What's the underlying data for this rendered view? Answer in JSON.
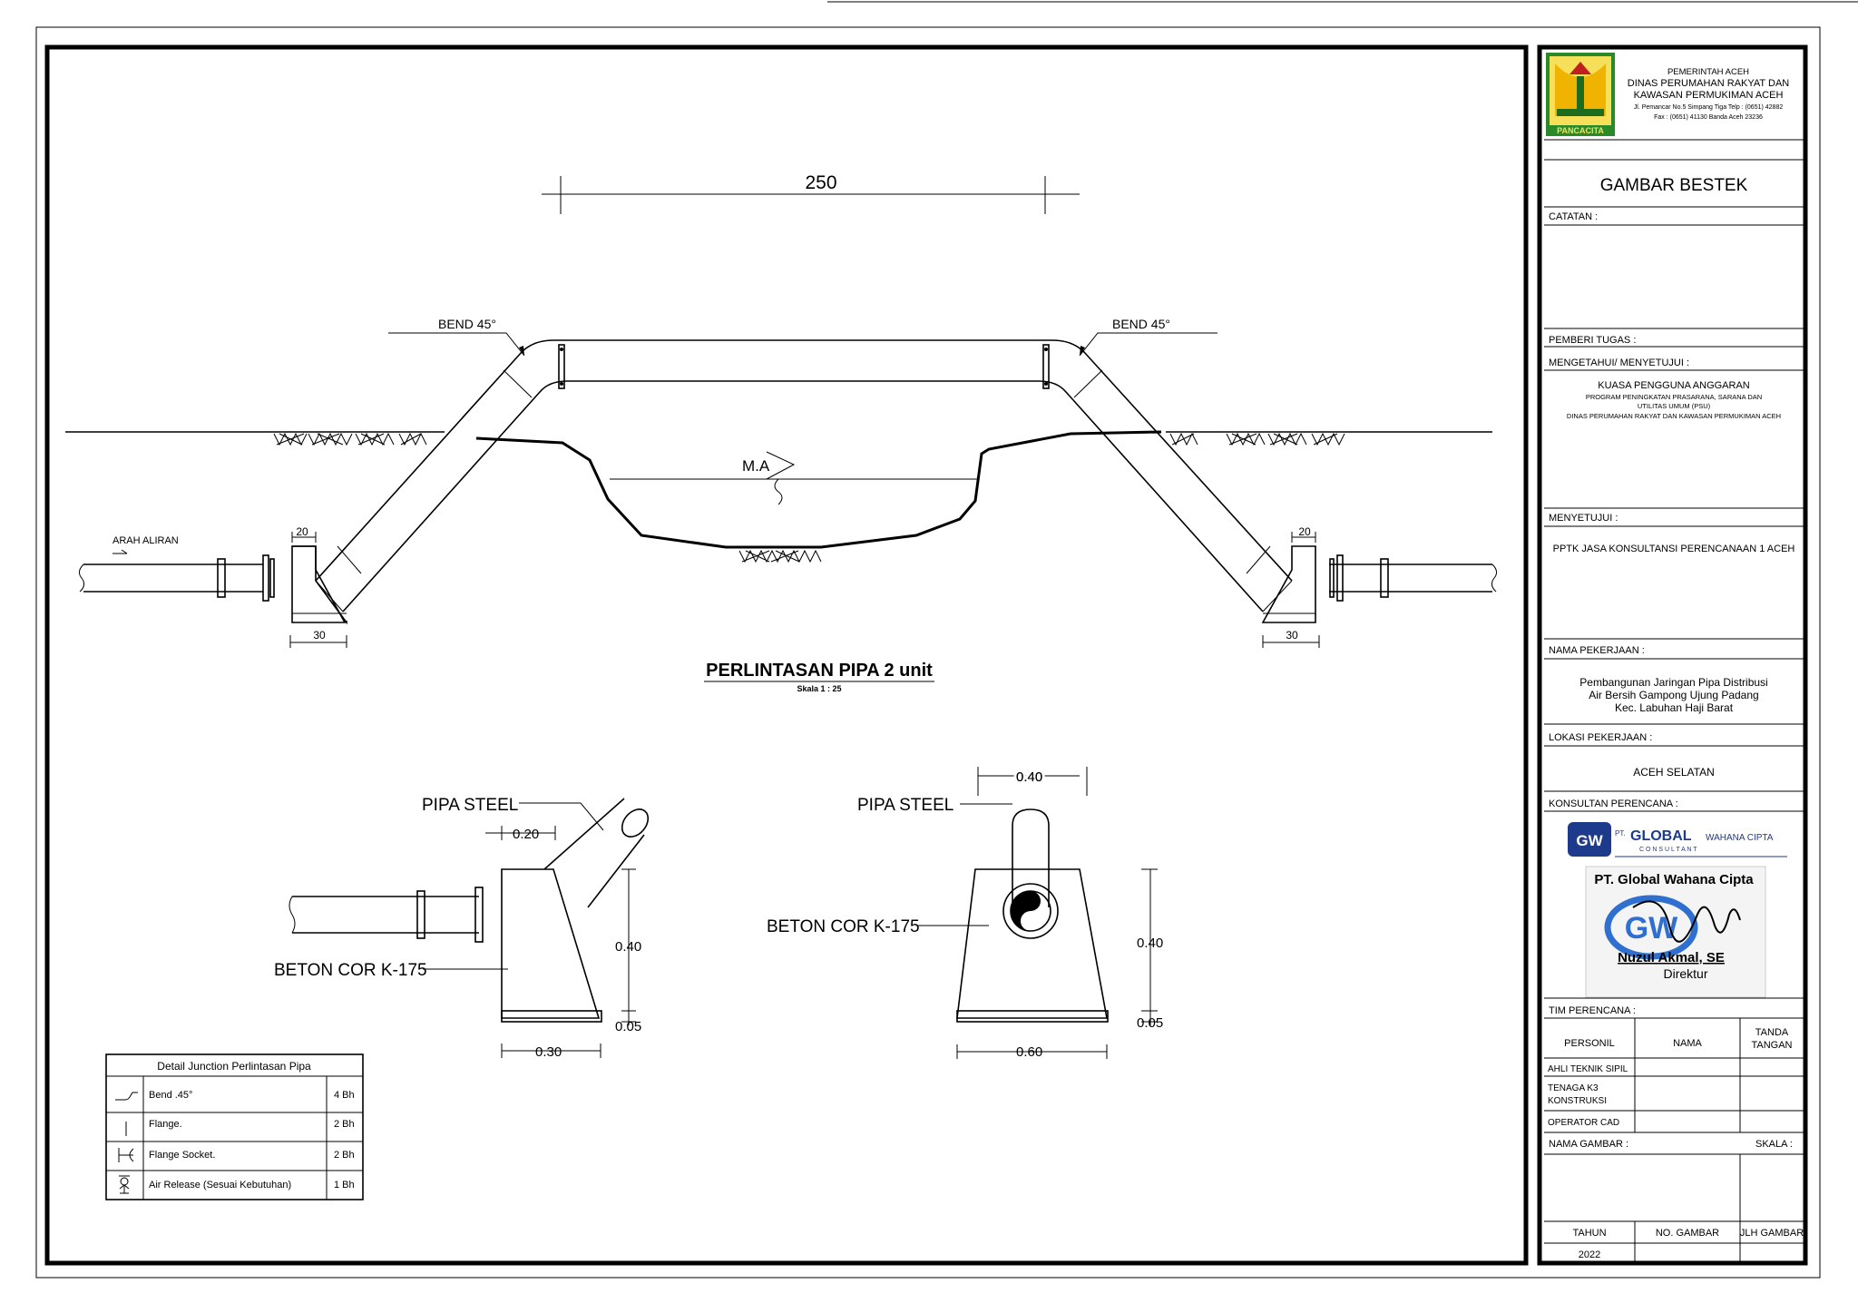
{
  "drawing": {
    "top_dimension": "250",
    "bend_left": "BEND  45°",
    "bend_right": "BEND 45°",
    "water_level": "M.A",
    "flow_direction": "ARAH ALIRAN",
    "dim_20_left": "20",
    "dim_20_right": "20",
    "dim_30_left": "30",
    "dim_30_right": "30",
    "title": "PERLINTASAN PIPA 2 unit",
    "scale": "Skala 1 : 25"
  },
  "detail_left": {
    "pipe_label": "PIPA STEEL",
    "concrete_label": "BETON COR K-175",
    "dim_top": "0.20",
    "dim_height": "0.40",
    "dim_base": "0.05",
    "dim_width": "0.30"
  },
  "detail_right": {
    "pipe_label": "PIPA STEEL",
    "concrete_label": "BETON COR K-175",
    "dim_top": "0.40",
    "dim_height": "0.40",
    "dim_base": "0.05",
    "dim_width": "0.60"
  },
  "legend": {
    "title": "Detail Junction Perlintasan Pipa",
    "rows": [
      {
        "icon": "bend-45-icon",
        "item": "Bend .45°",
        "qty": "4 Bh"
      },
      {
        "icon": "flange-icon",
        "item": "Flange.",
        "qty": "2 Bh"
      },
      {
        "icon": "flange-socket-icon",
        "item": "Flange Socket.",
        "qty": "2 Bh"
      },
      {
        "icon": "air-release-icon",
        "item": "Air Release (Sesuai Kebutuhan)",
        "qty": "1 Bh"
      }
    ]
  },
  "title_block": {
    "logo_text": "PANCACITA",
    "org_line1": "PEMERINTAH ACEH",
    "org_line2": "DINAS PERUMAHAN RAKYAT DAN",
    "org_line3": "KAWASAN PERMUKIMAN ACEH",
    "org_address1": "Jl. Pemancar No.5 Simpang Tiga Telp : (0651) 42882",
    "org_address2": "Fax : (0651) 41130 Banda Aceh 23236",
    "drawing_type": "GAMBAR BESTEK",
    "notes_label": "CATATAN :",
    "assigner_label": "PEMBERI TUGAS :",
    "acknowledge_label": "MENGETAHUI/ MENYETUJUI :",
    "kpa_title": "KUASA PENGGUNA ANGGARAN",
    "kpa_line1": "PROGRAM PENINGKATAN PRASARANA, SARANA DAN",
    "kpa_line2": "UTILITAS UMUM (PSU)",
    "kpa_line3": "DINAS PERUMAHAN RAKYAT DAN KAWASAN PERMUKIMAN ACEH",
    "approve_label": "MENYETUJUI :",
    "pptk": "PPTK JASA KONSULTANSI PERENCANAAN 1 ACEH",
    "job_label": "NAMA PEKERJAAN :",
    "job_line1": "Pembangunan Jaringan Pipa Distribusi",
    "job_line2": "Air Bersih Gampong Ujung Padang",
    "job_line3": "Kec. Labuhan Haji Barat",
    "location_label": "LOKASI PEKERJAAN :",
    "location": "ACEH SELATAN",
    "consultant_label": "KONSULTAN PERENCANA :",
    "consultant_logo_pt": "PT.",
    "consultant_logo_name": "GLOBAL",
    "consultant_logo_suffix": "WAHANA CIPTA",
    "consultant_logo_sub": "C O N S U L T A N T",
    "stamp_company": "PT. Global Wahana Cipta",
    "director_name": "Nuzul Akmal, SE",
    "director_title": "Direktur",
    "team_label": "TIM PERENCANA :",
    "col_personnel": "PERSONIL",
    "col_name": "NAMA",
    "col_sign1": "TANDA",
    "col_sign2": "TANGAN",
    "role1": "AHLI TEKNIK SIPIL",
    "role2a": "TENAGA K3",
    "role2b": "KONSTRUKSI",
    "role3": "OPERATOR CAD",
    "drawing_name_label": "NAMA GAMBAR :",
    "scale_label": "SKALA :",
    "year_label": "TAHUN",
    "number_label": "NO. GAMBAR",
    "count_label": "JLH GAMBAR",
    "year": "2022"
  }
}
